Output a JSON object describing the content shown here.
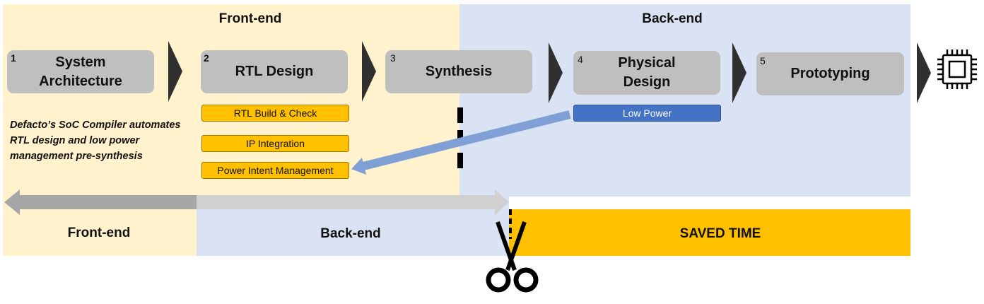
{
  "headers": {
    "front_end": "Front-end",
    "back_end": "Back-end"
  },
  "steps": [
    {
      "number": "1",
      "label": "System Architecture"
    },
    {
      "number": "2",
      "label": "RTL Design"
    },
    {
      "number": "3",
      "label": "Synthesis"
    },
    {
      "number": "4",
      "label": "Physical Design"
    },
    {
      "number": "5",
      "label": "Prototyping"
    }
  ],
  "rtl_tasks": [
    "RTL Build & Check",
    "IP Integration",
    "Power Intent Management"
  ],
  "physical_tasks": [
    "Low Power"
  ],
  "note": "Defacto’s SoC Compiler automates RTL design and low power management pre-synthesis",
  "timeline": {
    "front_end": "Front-end",
    "back_end": "Back-end",
    "saved": "SAVED TIME"
  },
  "icons": {
    "chip": "chip-icon",
    "scissors": "scissors-icon"
  },
  "colors": {
    "front": "#fff2cc",
    "back": "#dae3f3",
    "saved": "#ffc000",
    "step": "#bfbfbf",
    "low_power": "#4472c4"
  }
}
